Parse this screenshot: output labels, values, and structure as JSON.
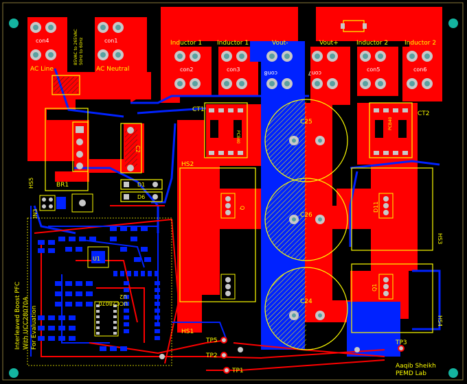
{
  "colors": {
    "background": "#000000",
    "top_copper": "#ff0000",
    "bottom_copper": "#0022ff",
    "silkscreen": "#ffff00",
    "pad": "#c8c8c8",
    "drill": "#5aa0a0",
    "mounting_hole": "#14b4a0",
    "text_white": "#ffffff"
  },
  "connectors": {
    "con4": "con4",
    "con1": "con1",
    "con2": "con2",
    "con3": "con3",
    "con8": "con8",
    "con7": "con7",
    "con5": "con5",
    "con6": "con6"
  },
  "labels": {
    "ac_line": "AC Line",
    "ac_neutral": "AC Neutral",
    "ac_spec_1": "85VAC to 265VAC",
    "ac_spec_2": "50Hz to 60Hz",
    "inductor_1a": "Inductor 1",
    "inductor_1b": "Inductor 1",
    "vout_minus": "Vout-",
    "vout_plus": "Vout+",
    "inductor_2a": "Inductor 2",
    "inductor_2b": "Inductor 2",
    "ct1": "CT1",
    "ct2": "CT2",
    "c25": "C25",
    "c26": "C26",
    "c24": "C24",
    "hs2": "HS2",
    "hs5": "HS5",
    "hs3": "HS3",
    "hs4": "HS4",
    "hs1": "HS1",
    "br1": "BR1",
    "c2": "C2",
    "d1": "D1",
    "d6": "D6",
    "d11": "D11",
    "q": "Q",
    "q1": "Q1",
    "u1": "U1",
    "u2": "U2",
    "ucc28070": "UCC28070",
    "in3": "IN3",
    "tp5": "TP5",
    "tp2": "TP2",
    "tp1": "TP1",
    "tp3": "TP3",
    "pcb_left_1": "PCB40",
    "pcb_right_1": "PCB40",
    "board_title_1": "Interleaved Boost PFC",
    "board_title_2": "With UCC28070A",
    "board_title_3": "For Evaluation",
    "author_1": "Aaqib Sheikh",
    "author_2": "PEMD Lab"
  }
}
